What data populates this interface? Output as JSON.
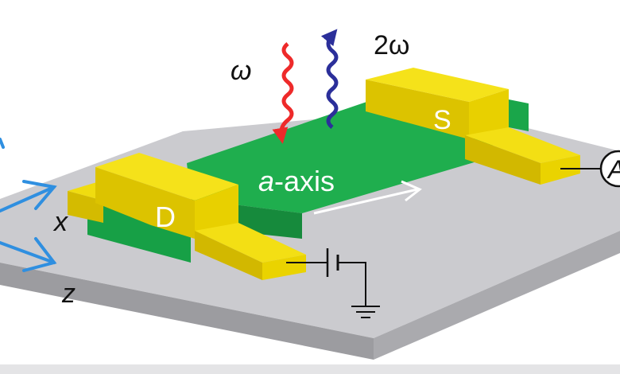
{
  "labels": {
    "omega": "ω",
    "two_omega": "2ω",
    "source": "S",
    "drain": "D",
    "axis_italic": "a",
    "axis_rest": "-axis",
    "x_axis": "x",
    "z_axis": "z",
    "ammeter": "A"
  },
  "colors": {
    "substrate_top": "#c8c8cc",
    "substrate_side": "#9a9a9e",
    "channel": "#1aa64a",
    "electrode": "#e8d200",
    "incident_wave": "#ee2a2a",
    "emitted_wave": "#2b2f9a",
    "axis_arrows": "#2f8fe0"
  }
}
